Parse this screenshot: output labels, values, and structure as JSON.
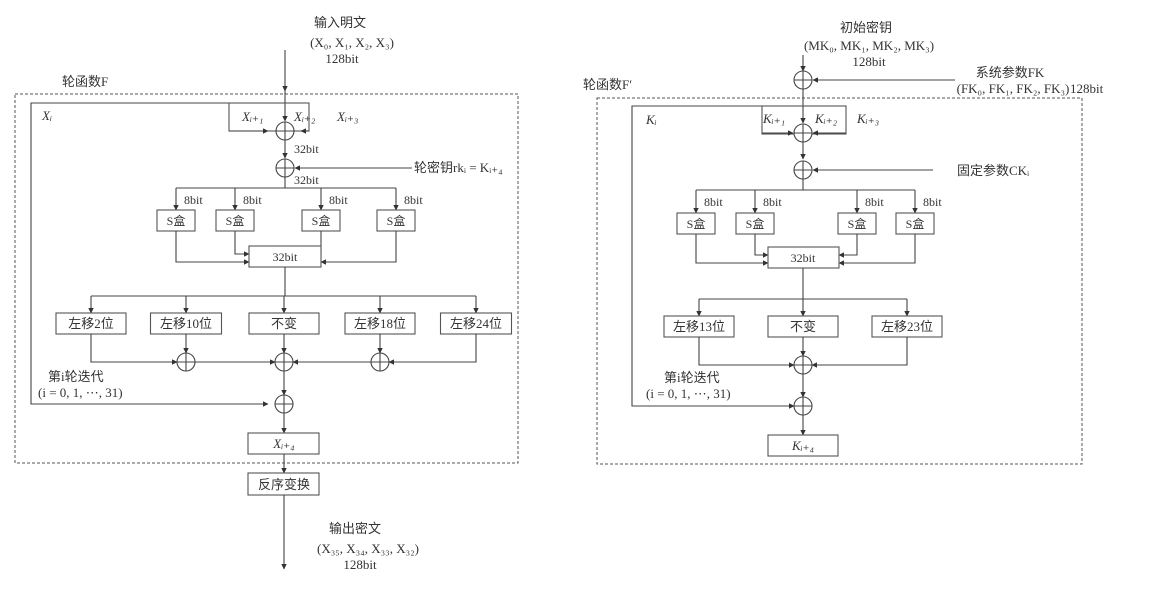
{
  "encryption": {
    "input": {
      "title": "输入明文",
      "words": "(X₀, X₁, X₂, X₃)",
      "size": "128bit"
    },
    "round_function_label": "轮函数F",
    "state_labels": [
      "Xᵢ",
      "Xᵢ₊₁",
      "Xᵢ₊₂",
      "Xᵢ₊₃"
    ],
    "bit32_label_1": "32bit",
    "bit32_label_2": "32bit",
    "round_key_label": "轮密钥rkᵢ = Kᵢ₊₄",
    "sbox_input_labels": [
      "8bit",
      "8bit",
      "8bit",
      "8bit"
    ],
    "sbox_labels": [
      "S盒",
      "S盒",
      "S盒",
      "S盒"
    ],
    "merge_label": "32bit",
    "shift_labels": [
      "左移2位",
      "左移10位",
      "不变",
      "左移18位",
      "左移24位"
    ],
    "iteration_label": "第i轮迭代",
    "iteration_range": "(i = 0, 1, ⋯, 31)",
    "output_state": "Xᵢ₊₄",
    "reverse_label": "反序变换",
    "output": {
      "title": "输出密文",
      "words": "(X₃₅, X₃₄, X₃₃, X₃₂)",
      "size": "128bit"
    }
  },
  "key_expansion": {
    "input": {
      "title": "初始密钥",
      "words": "(MK₀, MK₁, MK₂, MK₃)",
      "size": "128bit"
    },
    "system_param": {
      "title": "系统参数FK",
      "words": "(FK₀, FK₁, FK₂, FK₃)",
      "size": "128bit"
    },
    "round_function_label": "轮函数F′",
    "state_labels": [
      "Kᵢ",
      "Kᵢ₊₁",
      "Kᵢ₊₂",
      "Kᵢ₊₃"
    ],
    "fixed_param_label": "固定参数CKᵢ",
    "sbox_input_labels": [
      "8bit",
      "8bit",
      "8bit",
      "8bit"
    ],
    "sbox_labels": [
      "S盒",
      "S盒",
      "S盒",
      "S盒"
    ],
    "merge_label": "32bit",
    "shift_labels": [
      "左移13位",
      "不变",
      "左移23位"
    ],
    "iteration_label": "第i轮迭代",
    "iteration_range": "(i = 0, 1, ⋯, 31)",
    "output_state": "Kᵢ₊₄"
  }
}
